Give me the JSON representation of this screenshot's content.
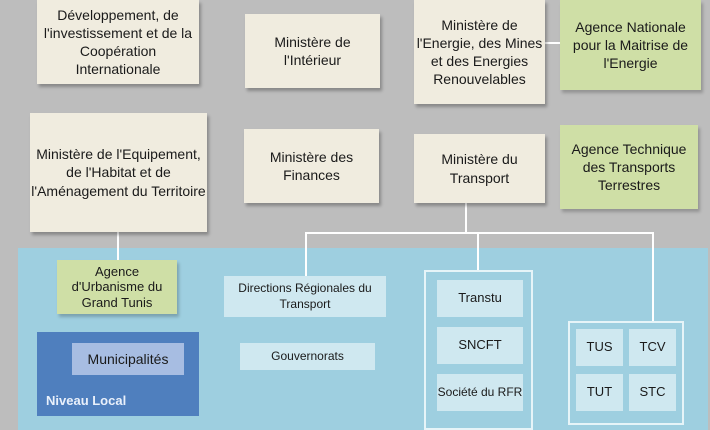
{
  "national": {
    "ministere_developpement": "Développement, de l'investissement et de la Coopération Internationale",
    "ministere_interieur": "Ministère de l'Intérieur",
    "ministere_energie": "Ministère de l'Energie, des Mines et des Energies Renouvelables",
    "agence_energie": "Agence Nationale pour la Maitrise de l'Energie",
    "ministere_equipement": "Ministère de l'Equipement, de l'Habitat et de l'Aménagement du Territoire",
    "ministere_finances": "Ministère des Finances",
    "ministere_transport": "Ministère du Transport",
    "agence_transports": "Agence Technique des Transports Terrestres"
  },
  "regional": {
    "agence_urbanisme": "Agence d'Urbanisme du Grand Tunis",
    "directions_regionales": "Directions Régionales du Transport",
    "gouvernorats": "Gouvernorats",
    "operators": [
      "Transtu",
      "SNCFT",
      "Société du RFR"
    ],
    "private": [
      "TUS",
      "TCV",
      "TUT",
      "STC"
    ]
  },
  "local": {
    "municipalites": "Municipalités",
    "label": "Niveau Local"
  },
  "colors": {
    "background": "#bdbdbd",
    "ministry_box": "#f0ecdf",
    "agency_box": "#cfdfa6",
    "regional_area": "#9ecfe0",
    "local_area": "#4f7fbe"
  }
}
